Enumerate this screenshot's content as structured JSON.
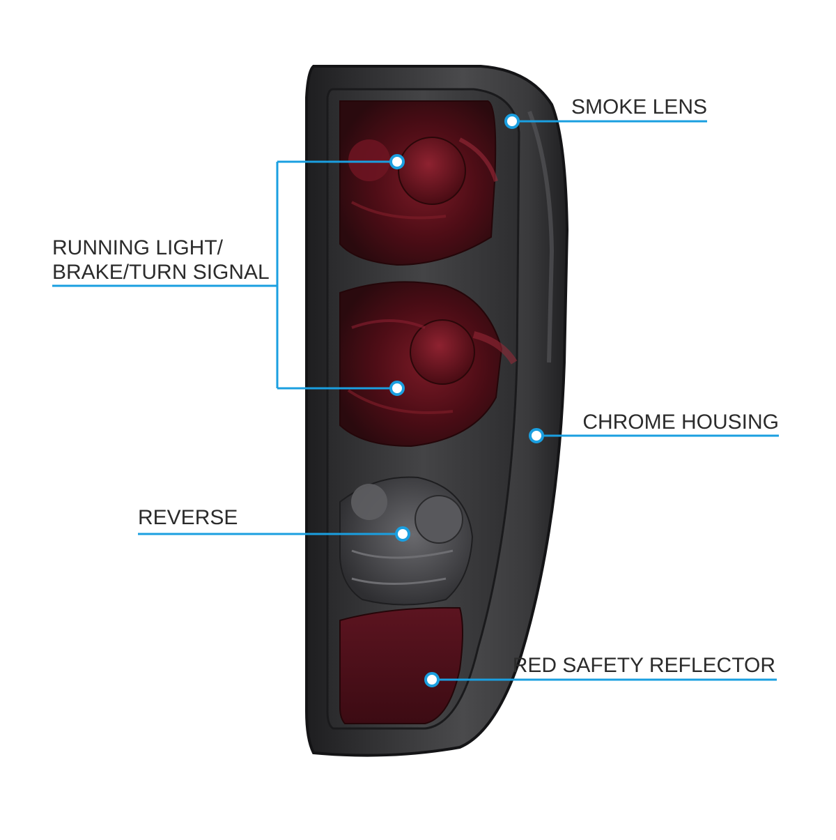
{
  "colors": {
    "accent": "#1a9fe0",
    "housing": "#3d3d3f",
    "lens_red": "#5a0f19",
    "reverse_smoke": "#4c4c4f"
  },
  "callouts": {
    "smoke_lens": "SMOKE LENS",
    "running_light_line1": "RUNNING LIGHT/",
    "running_light_line2": "BRAKE/TURN SIGNAL",
    "chrome_housing": "CHROME HOUSING",
    "reverse": "REVERSE",
    "red_safety_reflector": "RED SAFETY REFLECTOR"
  }
}
